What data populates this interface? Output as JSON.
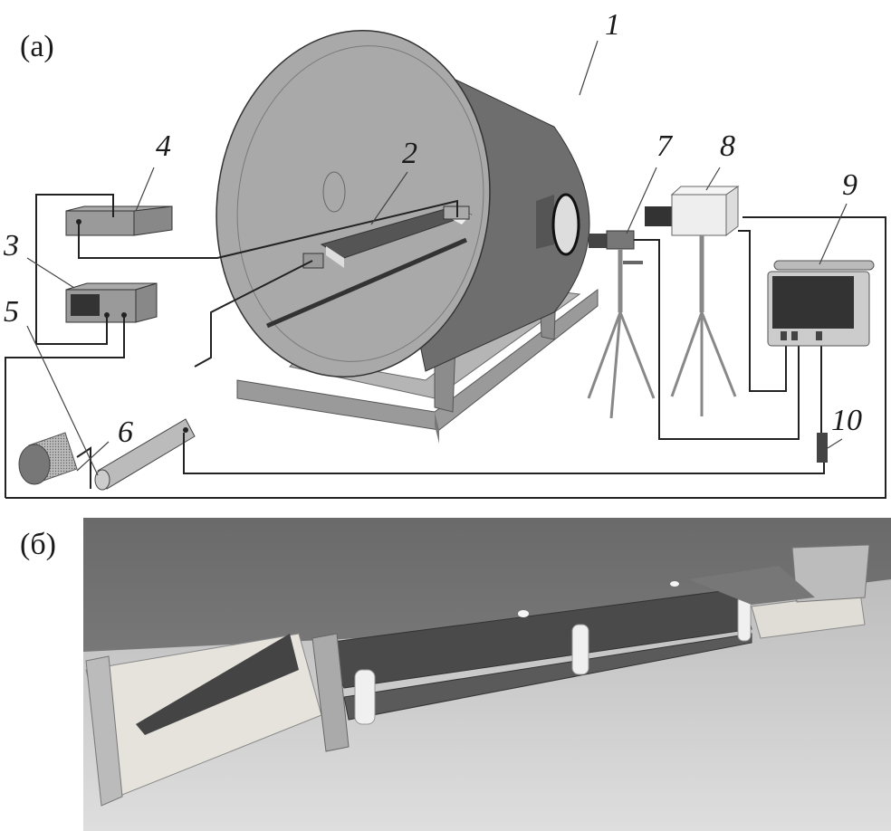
{
  "panels": {
    "a": "(a)",
    "b": "(б)"
  },
  "labels": [
    "1",
    "2",
    "3",
    "4",
    "5",
    "6",
    "7",
    "8",
    "9",
    "10"
  ],
  "colors": {
    "tank_body": "#6e6e6e",
    "tank_face": "#a9a9a9",
    "frame": "#9a9a9a",
    "photo_wall": "#707070",
    "photo_floor": "#cfcfcf"
  }
}
